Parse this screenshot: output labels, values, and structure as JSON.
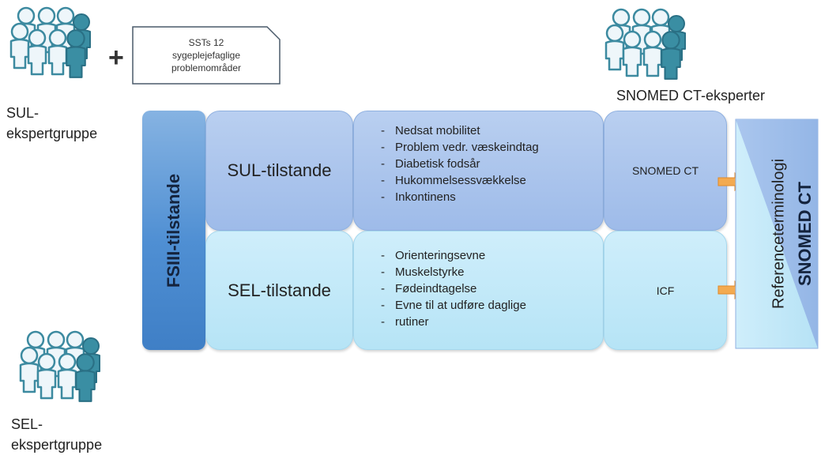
{
  "top_left": {
    "group_label_line1": "SUL-",
    "group_label_line2": "ekspertgruppe",
    "plus": "+",
    "note_line1": "SSTs 12",
    "note_line2": "sygeplejefaglige",
    "note_line3": "problemområder"
  },
  "top_right": {
    "group_label": "SNOMED CT-eksperter"
  },
  "bottom_left": {
    "group_label_line1": "SEL-",
    "group_label_line2": "ekspertgruppe"
  },
  "main": {
    "vertical_label": "FSIII-tilstande",
    "rows": [
      {
        "title": "SUL-tilstande",
        "items": [
          "Nedsat mobilitet",
          "Problem vedr. væskeindtag",
          "Diabetisk fodsår",
          "Hukommelsessvækkelse",
          "Inkontinens"
        ],
        "terminology": "SNOMED CT"
      },
      {
        "title": "SEL-tilstande",
        "items": [
          "Orienteringsevne",
          "Muskelstyrke",
          "Fødeindtagelse",
          "Evne til at udføre daglige",
          "rutiner"
        ],
        "terminology": "ICF"
      }
    ],
    "reference_label": "Referenceterminologi",
    "reference_name": "SNOMED CT"
  },
  "colors": {
    "people_dark": "#2e7f95",
    "people_light": "#e7f3f8",
    "arrow": "#f2a64a",
    "fsiii": "#4f8fd3"
  },
  "icons": [
    "people-group-icon",
    "plus-icon",
    "document-note-icon",
    "orange-arrow-icon"
  ]
}
